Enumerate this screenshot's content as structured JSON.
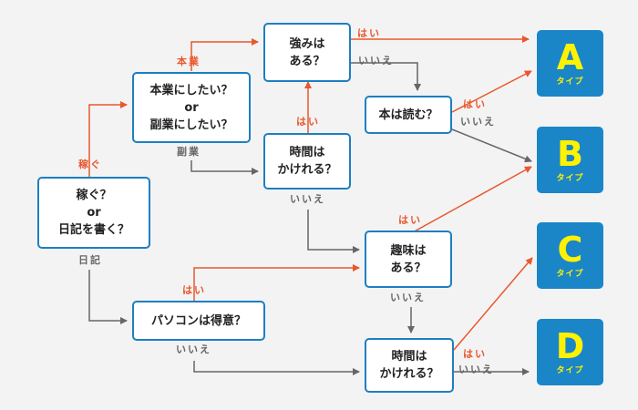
{
  "colors": {
    "accent_yes": "#e9572c",
    "neutral_no": "#666666",
    "node_border": "#1c7fc1",
    "result_fill": "#1a86c8",
    "result_text": "#fff200",
    "background": "#f3f3f3"
  },
  "nodes": {
    "start": {
      "line1": "稼ぐ？",
      "line2": "or",
      "line3": "日記を書く？"
    },
    "career": {
      "line1": "本業にしたい？",
      "line2": "or",
      "line3": "副業にしたい？"
    },
    "strength": {
      "line1": "強みは",
      "line2": "ある？"
    },
    "time_side": {
      "line1": "時間は",
      "line2": "かけれる？"
    },
    "reading": {
      "line1": "本は読む？"
    },
    "hobby": {
      "line1": "趣味は",
      "line2": "ある？"
    },
    "computer": {
      "line1": "パソコンは得意？"
    },
    "time_hobby": {
      "line1": "時間は",
      "line2": "かけれる？"
    }
  },
  "results": [
    {
      "letter": "A",
      "sub": "タイプ"
    },
    {
      "letter": "B",
      "sub": "タイプ"
    },
    {
      "letter": "C",
      "sub": "タイプ"
    },
    {
      "letter": "D",
      "sub": "タイプ"
    }
  ],
  "labels": {
    "earn": "稼ぐ",
    "diary": "日記",
    "main_job": "本業",
    "side_job": "副業",
    "yes": "はい",
    "no": "いいえ"
  }
}
